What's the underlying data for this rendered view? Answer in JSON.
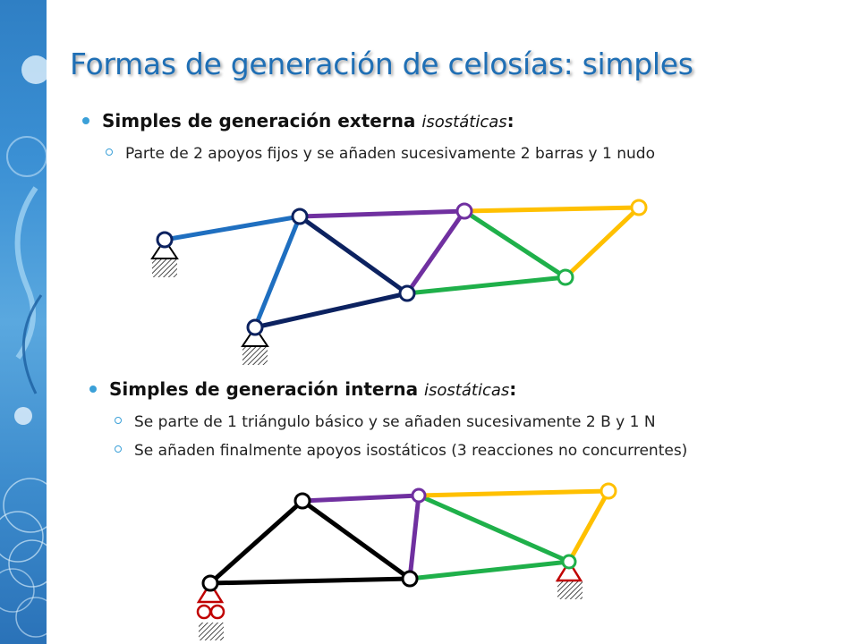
{
  "slide": {
    "title": "Formas de generación de celosías: simples"
  },
  "section_external": {
    "heading_bold": "Simples de generación externa",
    "heading_italic": "isostáticas",
    "heading_colon": ":",
    "sub_items": [
      "Parte de 2 apoyos fijos y se añaden sucesivamente 2 barras y 1 nudo"
    ]
  },
  "section_internal": {
    "heading_bold": "Simples de generación interna",
    "heading_italic": "isostáticas",
    "heading_colon": ":",
    "sub_items": [
      "Se parte de 1 triángulo básico y se añaden sucesivamente 2 B y 1 N",
      "Se añaden finalmente apoyos isostáticos (3 reacciones no concurrentes)"
    ]
  },
  "colors": {
    "accent_blue": "#1f6fb5",
    "bar_blue": "#1f6fc0",
    "bar_navy": "#0c2260",
    "bar_purple": "#7030a0",
    "bar_yellow": "#ffc000",
    "bar_green": "#1fb04a",
    "bar_black": "#000000",
    "support_red": "#c00000"
  }
}
